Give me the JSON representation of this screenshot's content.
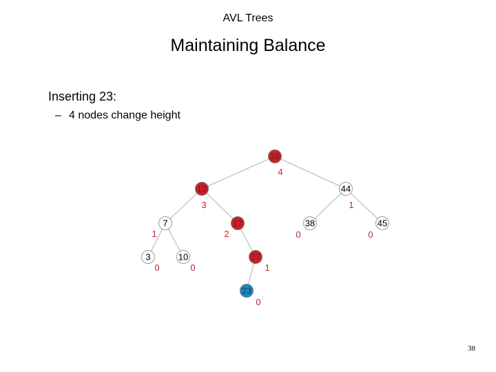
{
  "header": {
    "title": "AVL Trees"
  },
  "slide": {
    "title": "Maintaining Balance",
    "bullet": "Inserting 23:",
    "sub_bullet_dash": "–",
    "sub_bullet": "4 nodes change height",
    "page_number": "38"
  },
  "colors": {
    "changed": "#c8202a",
    "inserted": "#1e88c8",
    "unchanged": "#ffffff",
    "height_changed": "#c8202a",
    "height_unchanged": "#c8202a",
    "edge": "#b0b0b0"
  },
  "tree": {
    "nodes": [
      {
        "id": "n36",
        "key": "36",
        "height": "4",
        "state": "changed"
      },
      {
        "id": "n12",
        "key": "12",
        "height": "3",
        "state": "changed"
      },
      {
        "id": "n44",
        "key": "44",
        "height": "1",
        "state": "unchanged"
      },
      {
        "id": "n7",
        "key": "7",
        "height": "1",
        "state": "unchanged"
      },
      {
        "id": "n17",
        "key": "17",
        "height": "2",
        "state": "changed"
      },
      {
        "id": "n38",
        "key": "38",
        "height": "0",
        "state": "unchanged"
      },
      {
        "id": "n45",
        "key": "45",
        "height": "0",
        "state": "unchanged"
      },
      {
        "id": "n3",
        "key": "3",
        "height": "0",
        "state": "unchanged"
      },
      {
        "id": "n10",
        "key": "10",
        "height": "0",
        "state": "unchanged"
      },
      {
        "id": "n27",
        "key": "27",
        "height": "1",
        "state": "changed"
      },
      {
        "id": "n23",
        "key": "23",
        "height": "0",
        "state": "inserted"
      }
    ],
    "edges": [
      [
        "n36",
        "n12"
      ],
      [
        "n36",
        "n44"
      ],
      [
        "n12",
        "n7"
      ],
      [
        "n12",
        "n17"
      ],
      [
        "n44",
        "n38"
      ],
      [
        "n44",
        "n45"
      ],
      [
        "n7",
        "n3"
      ],
      [
        "n7",
        "n10"
      ],
      [
        "n17",
        "n27"
      ],
      [
        "n27",
        "n23"
      ]
    ]
  }
}
